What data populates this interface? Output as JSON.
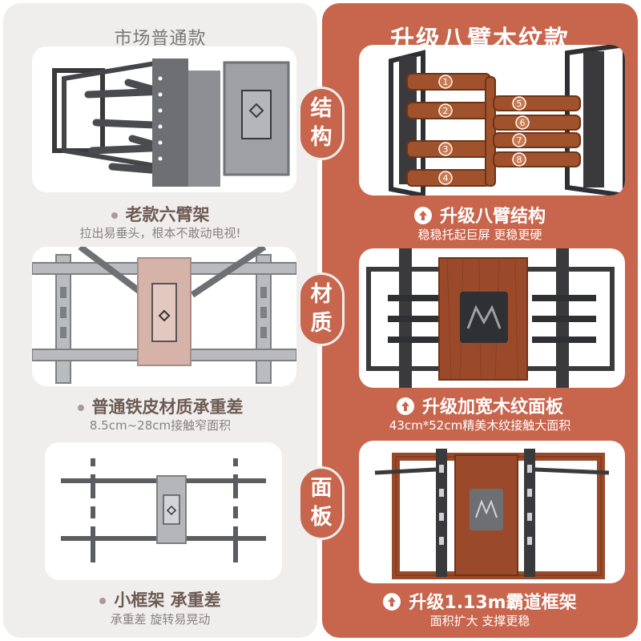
{
  "left": {
    "title": "市场普通款",
    "items": [
      {
        "title": "老款六臂架",
        "subtitle": "拉出易垂头，根本不敢动电视!"
      },
      {
        "title": "普通铁皮材质承重差",
        "subtitle": "8.5cm~28cm接触窄面积"
      },
      {
        "title": "小框架 承重差",
        "subtitle": "承重差 旋转易晃动"
      }
    ]
  },
  "right": {
    "title": "升级八臂木纹款",
    "items": [
      {
        "title": "升级八臂结构",
        "subtitle": "稳稳托起巨屏 更稳更硬",
        "arm_numbers": [
          "1",
          "2",
          "3",
          "4",
          "5",
          "6",
          "7",
          "8"
        ]
      },
      {
        "title": "升级加宽木纹面板",
        "subtitle": "43cm*52cm精美木纹接触大面积"
      },
      {
        "title": "升级1.13m霸道框架",
        "subtitle": "面积扩大 支撑更稳"
      }
    ]
  },
  "tags": [
    {
      "chars": [
        "结",
        "构"
      ]
    },
    {
      "chars": [
        "材",
        "质"
      ]
    },
    {
      "chars": [
        "面",
        "板"
      ]
    }
  ],
  "colors": {
    "accent": "#c8654d",
    "left_bg": "#efeeec",
    "wood": "#a0522d",
    "metal_dark": "#3a3a3c",
    "metal_light": "#9ea0a4"
  },
  "icons": [
    "up-arrow-icon",
    "bullet-dot-icon",
    "brand-logo-icon"
  ]
}
